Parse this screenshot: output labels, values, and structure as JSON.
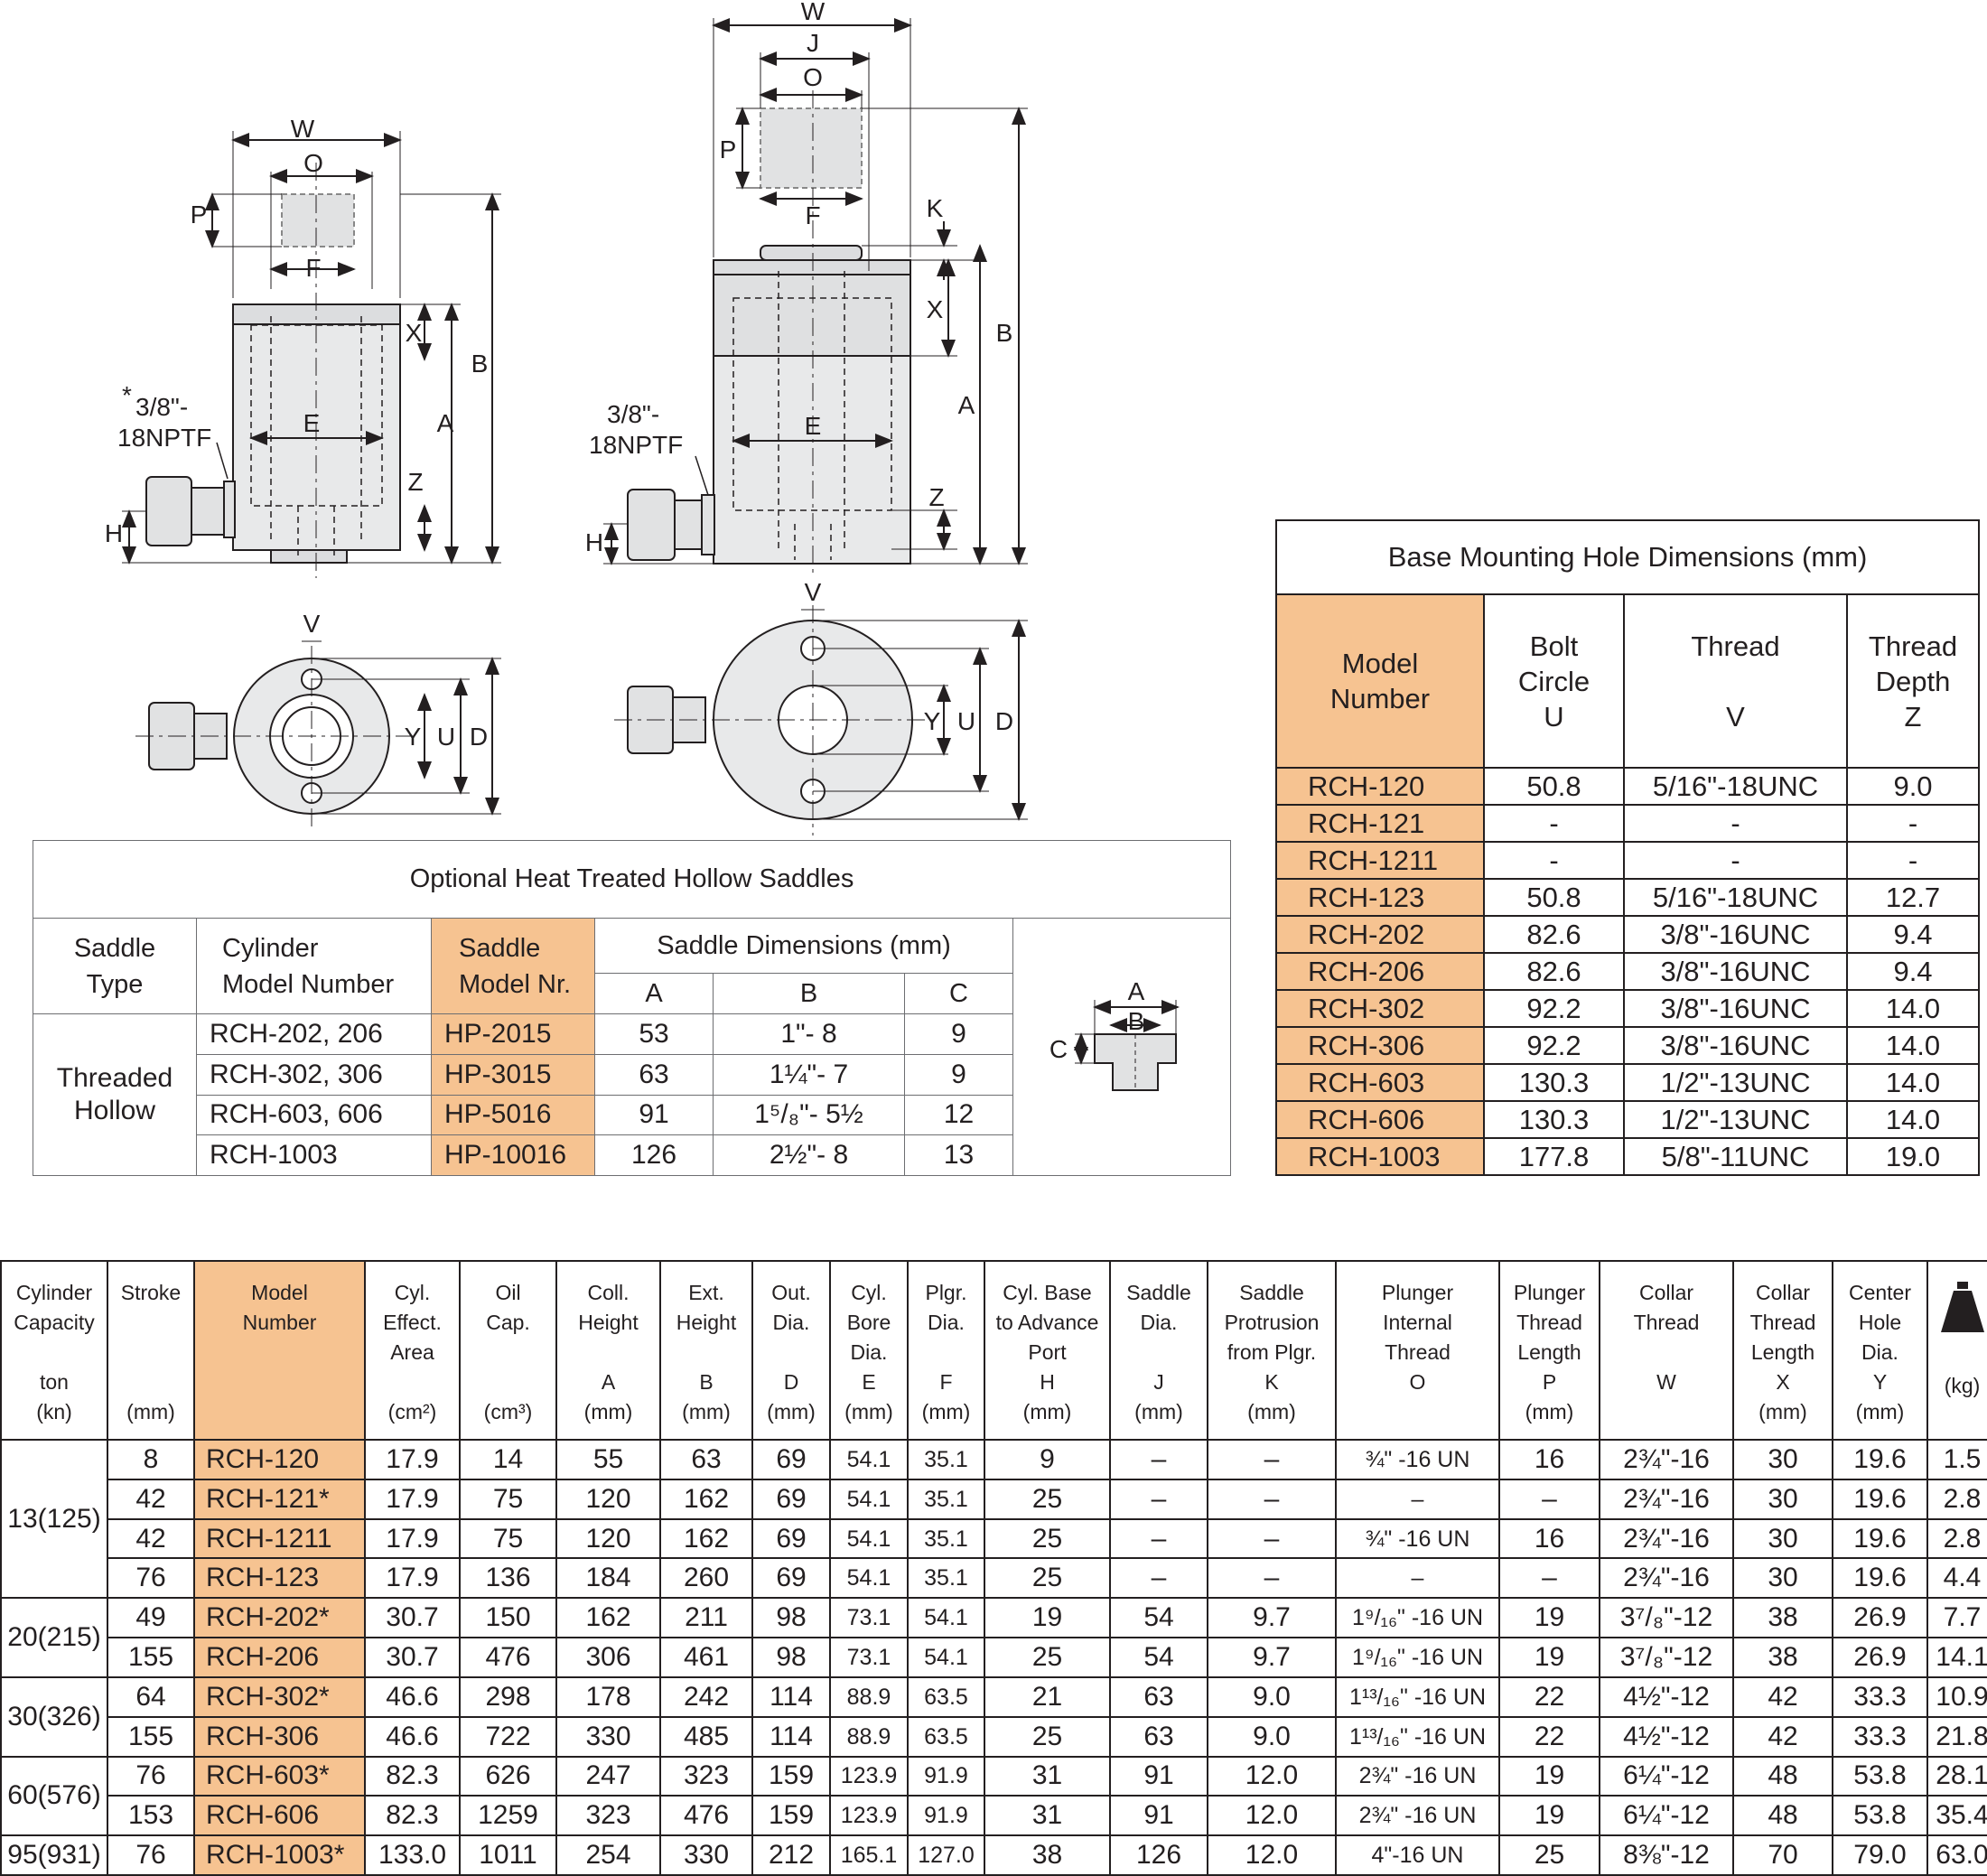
{
  "diagrams": {
    "left": {
      "labels": {
        "W": "W",
        "O": "O",
        "P": "P",
        "F": "F",
        "X": "X",
        "B": "B",
        "A": "A",
        "E": "E",
        "Z": "Z",
        "H": "H",
        "V": "V",
        "Y": "Y",
        "U": "U",
        "D": "D"
      },
      "port_star": "*",
      "port_line1": "3/8\"-",
      "port_line2": "18NPTF"
    },
    "right": {
      "labels": {
        "W": "W",
        "J": "J",
        "O": "O",
        "P": "P",
        "F": "F",
        "K": "K",
        "X": "X",
        "B": "B",
        "A": "A",
        "E": "E",
        "Z": "Z",
        "H": "H",
        "V": "V",
        "Y": "Y",
        "U": "U",
        "D": "D"
      },
      "port_line1": "3/8\"-",
      "port_line2": "18NPTF"
    }
  },
  "saddles": {
    "title": "Optional Heat Treated Hollow Saddles",
    "headers": {
      "saddle_type": [
        "Saddle",
        "Type"
      ],
      "cylinder_model": [
        "Cylinder",
        "Model Number"
      ],
      "saddle_model": [
        "Saddle",
        "Model Nr."
      ],
      "dimensions": "Saddle Dimensions  (mm)",
      "a": "A",
      "b": "B",
      "c": "C"
    },
    "type_label": [
      "Threaded",
      "Hollow"
    ],
    "rows": [
      {
        "cyl": "RCH-202, 206",
        "saddle": "HP-2015",
        "a": "53",
        "b": "1\"- 8",
        "c": "9"
      },
      {
        "cyl": "RCH-302, 306",
        "saddle": "HP-3015",
        "a": "63",
        "b": "1¼\"- 7",
        "c": "9"
      },
      {
        "cyl": "RCH-603, 606",
        "saddle": "HP-5016",
        "a": "91",
        "b": "1⁵/₈\"- 5½",
        "c": "12"
      },
      {
        "cyl": "RCH-1003",
        "saddle": "HP-10016",
        "a": "126",
        "b": "2½\"- 8",
        "c": "13"
      }
    ],
    "sketch_labels": {
      "a": "A",
      "b": "B",
      "c": "C"
    }
  },
  "basemount": {
    "title": "Base Mounting Hole Dimensions    (mm)",
    "headers": {
      "model": [
        "Model",
        "Number"
      ],
      "bolt": [
        "Bolt",
        "Circle",
        "",
        "U"
      ],
      "thread": [
        "Thread",
        "",
        "",
        "V"
      ],
      "depth": [
        "Thread",
        "Depth",
        "",
        "Z"
      ]
    },
    "rows": [
      {
        "model": "RCH-120",
        "u": "50.8",
        "v": "5/16\"-18UNC",
        "z": "9.0"
      },
      {
        "model": "RCH-121",
        "u": "-",
        "v": "-",
        "z": "-"
      },
      {
        "model": "RCH-1211",
        "u": "-",
        "v": "-",
        "z": "-"
      },
      {
        "model": "RCH-123",
        "u": "50.8",
        "v": "5/16\"-18UNC",
        "z": "12.7"
      },
      {
        "model": "RCH-202",
        "u": "82.6",
        "v": "3/8\"-16UNC",
        "z": "9.4"
      },
      {
        "model": "RCH-206",
        "u": "82.6",
        "v": "3/8\"-16UNC",
        "z": "9.4"
      },
      {
        "model": "RCH-302",
        "u": "92.2",
        "v": "3/8\"-16UNC",
        "z": "14.0"
      },
      {
        "model": "RCH-306",
        "u": "92.2",
        "v": "3/8\"-16UNC",
        "z": "14.0"
      },
      {
        "model": "RCH-603",
        "u": "130.3",
        "v": "1/2\"-13UNC",
        "z": "14.0"
      },
      {
        "model": "RCH-606",
        "u": "130.3",
        "v": "1/2\"-13UNC",
        "z": "14.0"
      },
      {
        "model": "RCH-1003",
        "u": "177.8",
        "v": "5/8\"-11UNC",
        "z": "19.0"
      }
    ]
  },
  "specs": {
    "headers": [
      {
        "lines": [
          "Cylinder",
          "Capacity",
          "",
          "ton",
          "(kn)"
        ]
      },
      {
        "lines": [
          "Stroke",
          "",
          "",
          "",
          "(mm)"
        ]
      },
      {
        "lines": [
          "Model",
          "Number"
        ]
      },
      {
        "lines": [
          "Cyl.",
          "Effect.",
          "Area",
          "",
          "(cm²)"
        ]
      },
      {
        "lines": [
          "Oil",
          "Cap.",
          "",
          "",
          "(cm³)"
        ]
      },
      {
        "lines": [
          "Coll.",
          "Height",
          "",
          "A",
          "(mm)"
        ]
      },
      {
        "lines": [
          "Ext.",
          "Height",
          "",
          "B",
          "(mm)"
        ]
      },
      {
        "lines": [
          "Out.",
          "Dia.",
          "",
          "D",
          "(mm)"
        ]
      },
      {
        "lines": [
          "Cyl.",
          "Bore",
          "Dia.",
          "E",
          "(mm)"
        ]
      },
      {
        "lines": [
          "Plgr.",
          "Dia.",
          "",
          "F",
          "(mm)"
        ]
      },
      {
        "lines": [
          "Cyl. Base",
          "to Advance",
          "Port",
          "H",
          "(mm)"
        ]
      },
      {
        "lines": [
          "Saddle",
          "Dia.",
          "",
          "J",
          "(mm)"
        ]
      },
      {
        "lines": [
          "Saddle",
          "Protrusion",
          "from Plgr.",
          "K",
          "(mm)"
        ]
      },
      {
        "lines": [
          "Plunger",
          "Internal",
          "Thread",
          "O",
          ""
        ]
      },
      {
        "lines": [
          "Plunger",
          "Thread",
          "Length",
          "P",
          "(mm)"
        ]
      },
      {
        "lines": [
          "Collar",
          "Thread",
          "",
          "W",
          ""
        ]
      },
      {
        "lines": [
          "Collar",
          "Thread",
          "Length",
          "X",
          "(mm)"
        ]
      },
      {
        "lines": [
          "Center",
          "Hole",
          "Dia.",
          "Y",
          "(mm)"
        ]
      },
      {
        "lines": [
          "",
          "",
          "",
          "",
          "(kg)"
        ]
      }
    ],
    "groups": [
      {
        "capacity": "13(125)",
        "rows": [
          [
            "8",
            "RCH-120",
            "17.9",
            "14",
            "55",
            "63",
            "69",
            "54.1",
            "35.1",
            "9",
            "–",
            "–",
            "¾\" -16 UN",
            "16",
            "2¾\"-16",
            "30",
            "19.6",
            "1.5"
          ],
          [
            "42",
            "RCH-121*",
            "17.9",
            "75",
            "120",
            "162",
            "69",
            "54.1",
            "35.1",
            "25",
            "–",
            "–",
            "–",
            "–",
            "2¾\"-16",
            "30",
            "19.6",
            "2.8"
          ],
          [
            "42",
            "RCH-1211",
            "17.9",
            "75",
            "120",
            "162",
            "69",
            "54.1",
            "35.1",
            "25",
            "–",
            "–",
            "¾\" -16 UN",
            "16",
            "2¾\"-16",
            "30",
            "19.6",
            "2.8"
          ],
          [
            "76",
            "RCH-123",
            "17.9",
            "136",
            "184",
            "260",
            "69",
            "54.1",
            "35.1",
            "25",
            "–",
            "–",
            "–",
            "–",
            "2¾\"-16",
            "30",
            "19.6",
            "4.4"
          ]
        ]
      },
      {
        "capacity": "20(215)",
        "rows": [
          [
            "49",
            "RCH-202*",
            "30.7",
            "150",
            "162",
            "211",
            "98",
            "73.1",
            "54.1",
            "19",
            "54",
            "9.7",
            "1⁹/₁₆\" -16 UN",
            "19",
            "3⁷/₈\"-12",
            "38",
            "26.9",
            "7.7"
          ],
          [
            "155",
            "RCH-206",
            "30.7",
            "476",
            "306",
            "461",
            "98",
            "73.1",
            "54.1",
            "25",
            "54",
            "9.7",
            "1⁹/₁₆\" -16 UN",
            "19",
            "3⁷/₈\"-12",
            "38",
            "26.9",
            "14.1"
          ]
        ]
      },
      {
        "capacity": "30(326)",
        "rows": [
          [
            "64",
            "RCH-302*",
            "46.6",
            "298",
            "178",
            "242",
            "114",
            "88.9",
            "63.5",
            "21",
            "63",
            "9.0",
            "1¹³/₁₆\" -16 UN",
            "22",
            "4½\"-12",
            "42",
            "33.3",
            "10.9"
          ],
          [
            "155",
            "RCH-306",
            "46.6",
            "722",
            "330",
            "485",
            "114",
            "88.9",
            "63.5",
            "25",
            "63",
            "9.0",
            "1¹³/₁₆\" -16 UN",
            "22",
            "4½\"-12",
            "42",
            "33.3",
            "21.8"
          ]
        ]
      },
      {
        "capacity": "60(576)",
        "rows": [
          [
            "76",
            "RCH-603*",
            "82.3",
            "626",
            "247",
            "323",
            "159",
            "123.9",
            "91.9",
            "31",
            "91",
            "12.0",
            "2¾\" -16 UN",
            "19",
            "6¼\"-12",
            "48",
            "53.8",
            "28.1"
          ],
          [
            "153",
            "RCH-606",
            "82.3",
            "1259",
            "323",
            "476",
            "159",
            "123.9",
            "91.9",
            "31",
            "91",
            "12.0",
            "2¾\" -16 UN",
            "19",
            "6¼\"-12",
            "48",
            "53.8",
            "35.4"
          ]
        ]
      },
      {
        "capacity": "95(931)",
        "rows": [
          [
            "76",
            "RCH-1003*",
            "133.0",
            "1011",
            "254",
            "330",
            "212",
            "165.1",
            "127.0",
            "38",
            "126",
            "12.0",
            "4\"-16 UN",
            "25",
            "8⅜\"-12",
            "70",
            "79.0",
            "63.0"
          ]
        ]
      }
    ]
  },
  "colors": {
    "accent": "#f6c391",
    "line": "#231f20",
    "body_fill": "#e8e9ea"
  },
  "icons": {
    "weight": "weight-icon"
  }
}
